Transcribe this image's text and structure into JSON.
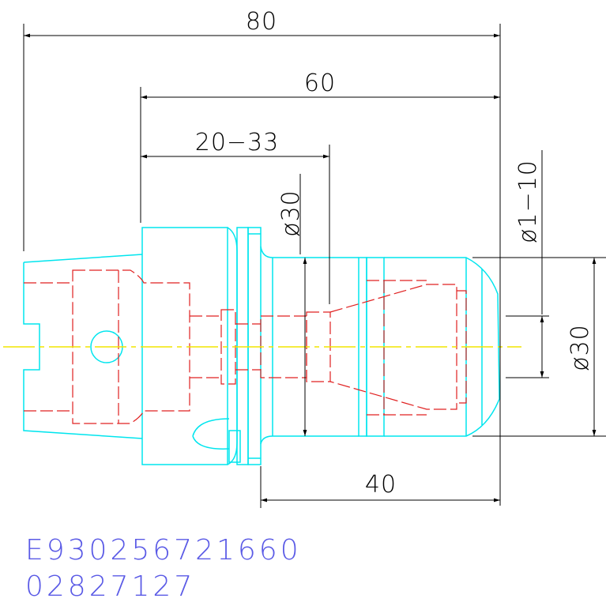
{
  "dimensions": {
    "overall_length": "80",
    "shank_length": "60",
    "clamp_range": "20−33",
    "nut_length": "40",
    "bore_dia": "ø30",
    "collet_range": "ø1−10",
    "outer_dia": "ø30"
  },
  "part_codes": {
    "code1": "E930256721660",
    "code2": "02827127"
  },
  "colors": {
    "outline": "#00e5ee",
    "hidden": "#e02020",
    "centerline": "#f2e600",
    "dimension": "#000000",
    "code_text": "#5a5ae6"
  }
}
